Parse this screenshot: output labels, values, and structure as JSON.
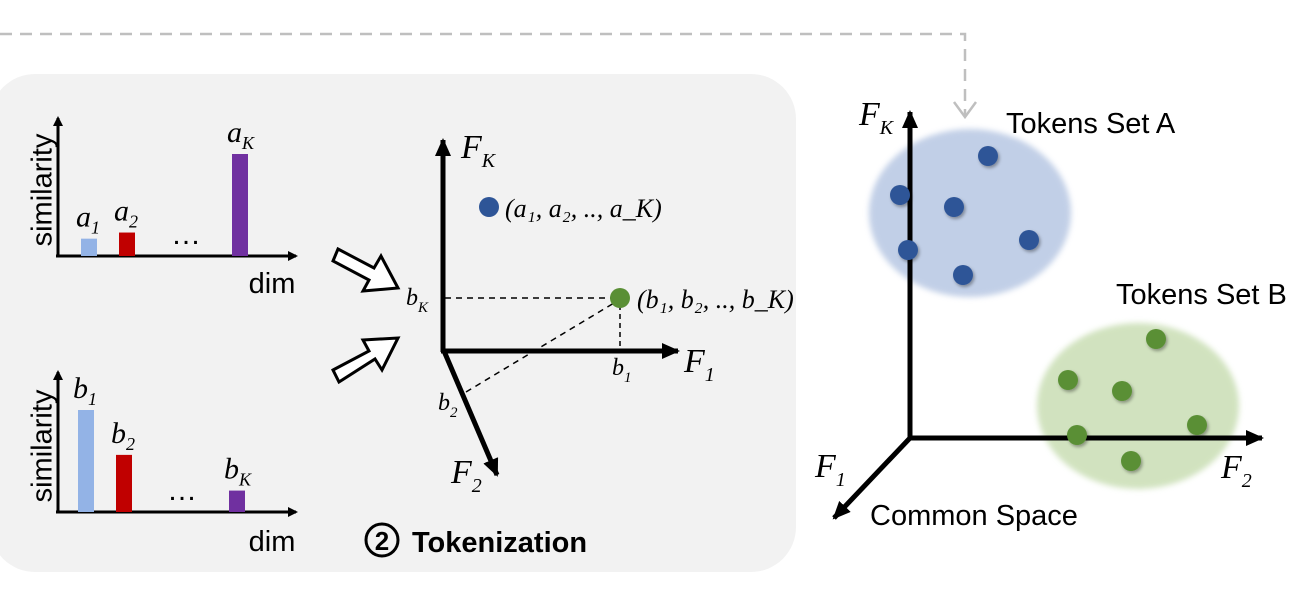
{
  "top_chart": {
    "ylabel": "similarity",
    "xlabel": "dim",
    "bar_labels": [
      {
        "base": "a",
        "sub": "1"
      },
      {
        "base": "a",
        "sub": "2"
      },
      {
        "base": "a",
        "sub": "K"
      }
    ],
    "ellipsis": "…",
    "values": [
      0.17,
      0.23,
      1.0
    ],
    "colors": [
      "#93b3e6",
      "#c00000",
      "#7030a0"
    ]
  },
  "bottom_chart": {
    "ylabel": "similarity",
    "xlabel": "dim",
    "bar_labels": [
      {
        "base": "b",
        "sub": "1"
      },
      {
        "base": "b",
        "sub": "2"
      },
      {
        "base": "b",
        "sub": "K"
      }
    ],
    "ellipsis": "…",
    "values": [
      1.0,
      0.56,
      0.21
    ],
    "colors": [
      "#93b3e6",
      "#c00000",
      "#7030a0"
    ]
  },
  "token_space": {
    "axis_fk": {
      "base": "F",
      "sub": "K"
    },
    "axis_f1": {
      "base": "F",
      "sub": "1"
    },
    "axis_f2": {
      "base": "F",
      "sub": "2"
    },
    "tick_bk": {
      "base": "b",
      "sub": "K"
    },
    "tick_b1": {
      "base": "b",
      "sub": "1"
    },
    "tick_b2": {
      "base": "b",
      "sub": "2"
    },
    "point_a": {
      "label": "(a₁, a₂, .., a_K)",
      "color": "#2e5597"
    },
    "point_b": {
      "label": "(b₁, b₂, .., b_K)",
      "color": "#5a8f35"
    }
  },
  "step": {
    "number": "2",
    "label": "Tokenization"
  },
  "common_space": {
    "title": "Common Space",
    "axis_fk": {
      "base": "F",
      "sub": "K"
    },
    "axis_f1": {
      "base": "F",
      "sub": "1"
    },
    "axis_f2": {
      "base": "F",
      "sub": "2"
    },
    "set_a": {
      "label": "Tokens Set A",
      "color": "#2e5597",
      "fill": "#b7c7e3"
    },
    "set_b": {
      "label": "Tokens Set B",
      "color": "#5a8f35",
      "fill": "#c9deb4"
    }
  },
  "colors": {
    "panel": "#f2f2f2",
    "dashed": "#bfbfbf"
  }
}
